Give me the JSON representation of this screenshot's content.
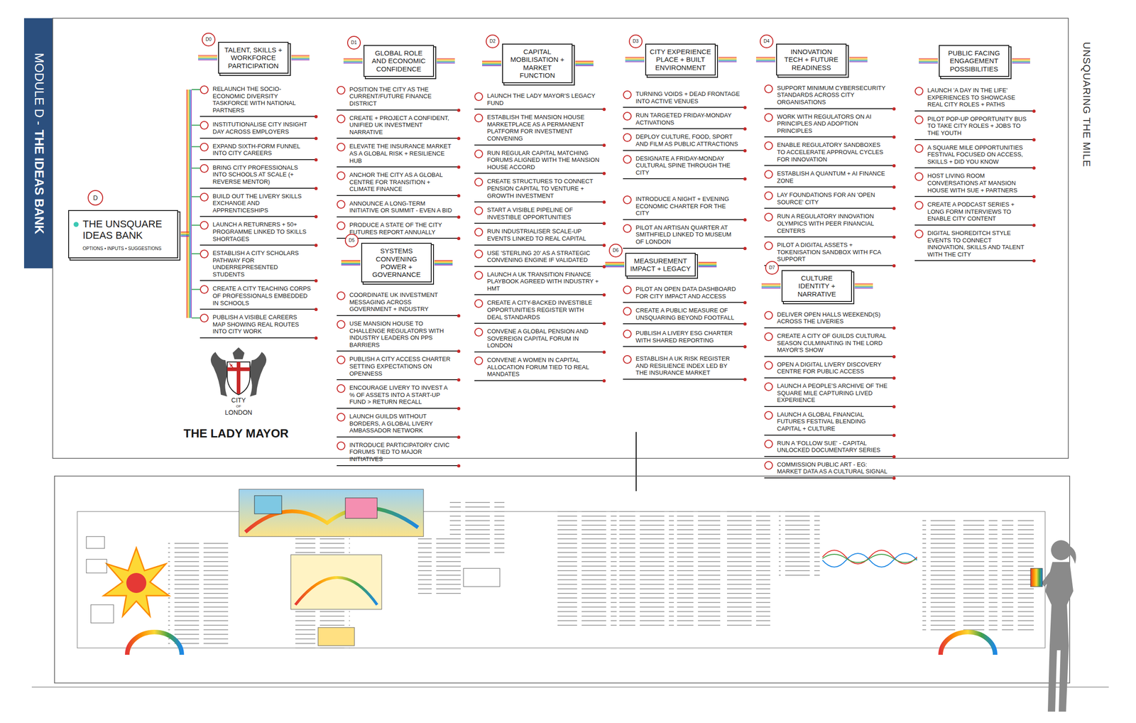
{
  "diagram": {
    "nodes": [
      {
        "text": [
          "THE UNSQUARE IDEAS BANK",
          "OPTIONS • INPUTS • SUGGESTIONS"
        ]
      },
      {
        "text": [
          "TALENT, SKILLS + WORKFORCE PARTICIPATION"
        ]
      },
      {
        "text": [
          "GLOBAL ROLE AND ECONOMIC CONFIDENCE"
        ]
      },
      {
        "text": [
          "SYSTEMS CONVENING POWER + GOVERNANCE"
        ]
      },
      {
        "text": [
          "CAPITAL MOBILISATION + MARKET FUNCTION"
        ]
      },
      {
        "text": [
          "CITY EXPERIENCE PLACE + BUILT ENVIRONMENT"
        ]
      },
      {
        "text": [
          "MEASUREMENT IMPACT + LEGACY"
        ]
      },
      {
        "text": [
          "INNOVATION TECH + FUTURE READINESS"
        ]
      },
      {
        "text": [
          "CULTURE IDENTITY + NARRATIVE"
        ]
      },
      {
        "text": [
          "PUBLIC FACING ENGAGEMENT POSSIBILITIES"
        ]
      }
    ],
    "labels": [
      "MODULE D -",
      "THE IDEAS BANK",
      "UNSQUARING THE MILE",
      "D",
      "D0",
      "D1",
      "D5",
      "D2",
      "D3",
      "D6",
      "D4",
      "D7",
      "CITY",
      "OF",
      "LONDON",
      "THE LADY MAYOR",
      "RELAUNCH THE SOCIO-ECONOMIC DIVERSITY TASKFORCE WITH NATIONAL PARTNERS",
      "INSTITUTIONALISE CITY INSIGHT DAY ACROSS EMPLOYERS",
      "EXPAND SIXTH-FORM FUNNEL INTO CITY CAREERS",
      "BRING CITY PROFESSIONALS INTO SCHOOLS AT SCALE (+ REVERSE MENTOR)",
      "BUILD OUT THE LIVERY SKILLS EXCHANGE AND APPRENTICESHIPS",
      "LAUNCH A RETURNERS + 50+ PROGRAMME LINKED TO SKILLS SHORTAGES",
      "ESTABLISH A CITY SCHOLARS PATHWAY FOR UNDERREPRESENTED STUDENTS",
      "CREATE A CITY TEACHING CORPS OF PROFESSIONALS EMBEDDED IN SCHOOLS",
      "PUBLISH A VISIBLE CAREERS MAP SHOWING REAL ROUTES INTO CITY WORK",
      "POSITION THE CITY AS THE CURRENT/FUTURE FINANCE DISTRICT",
      "CREATE + PROJECT A CONFIDENT, UNIFIED UK INVESTMENT NARRATIVE",
      "ELEVATE THE INSURANCE MARKET AS A GLOBAL RISK + RESILIENCE HUB",
      "ANCHOR THE CITY AS A GLOBAL CENTRE FOR TRANSITION + CLIMATE FINANCE",
      "ANNOUNCE A LONG-TERM INITIATIVE OR SUMMIT - EVEN A BID",
      "PRODUCE A STATE OF THE CITY FUTURES REPORT ANNUALLY",
      "COORDINATE UK INVESTMENT MESSAGING ACROSS GOVERNMENT + INDUSTRY",
      "USE MANSION HOUSE TO CHALLENGE REGULATORS WITH INDUSTRY LEADERS ON PPS BARRIERS",
      "PUBLISH A CITY ACCESS CHARTER SETTING EXPECTATIONS ON OPENNESS",
      "ENCOURAGE LIVERY TO INVEST A % OF ASSETS INTO A START-UP FUND > RETURN RECALL",
      "LAUNCH GUILDS WITHOUT BORDERS, A GLOBAL LIVERY AMBASSADOR NETWORK",
      "INTRODUCE PARTICIPATORY CIVIC FORUMS TIED TO MAJOR INITIATIVES",
      "LAUNCH THE LADY MAYOR'S LEGACY FUND",
      "ESTABLISH THE MANSION HOUSE MARKETPLACE AS A PERMANENT PLATFORM FOR INVESTMENT CONVENING",
      "RUN REGULAR CAPITAL MATCHING FORUMS ALIGNED WITH THE MANSION HOUSE ACCORD",
      "CREATE STRUCTURES TO CONNECT PENSION CAPITAL TO VENTURE + GROWTH INVESTMENT",
      "START A VISIBLE PIPELINE OF INVESTIBLE OPPORTUNITIES",
      "RUN INDUSTRIALISER SCALE-UP EVENTS LINKED TO REAL CAPITAL",
      "USE 'STERLING 20' AS A STRATEGIC CONVENING ENGINE IF VALIDATED",
      "LAUNCH A UK TRANSITION FINANCE PLAYBOOK AGREED WITH INDUSTRY + HMT",
      "CREATE A CITY-BACKED INVESTIBLE OPPORTUNITIES REGISTER WITH DEAL STANDARDS",
      "CONVENE A GLOBAL PENSION AND SOVEREIGN CAPITAL FORUM IN LONDON",
      "CONVENE A WOMEN IN CAPITAL ALLOCATION FORUM TIED TO REAL MANDATES",
      "TURNING VOIDS + DEAD FRONTAGE INTO ACTIVE VENUES",
      "RUN TARGETED FRIDAY-MONDAY ACTIVATIONS",
      "DEPLOY CULTURE, FOOD, SPORT AND FILM AS PUBLIC ATTRACTIONS",
      "DESIGNATE A FRIDAY-MONDAY CULTURAL SPINE THROUGH THE CITY",
      "INTRODUCE A NIGHT + EVENING ECONOMIC CHARTER FOR THE CITY",
      "PILOT AN ARTISAN QUARTER AT SMITHFIELD LINKED TO MUSEUM OF LONDON",
      "PILOT AN OPEN DATA DASHBOARD FOR CITY IMPACT AND ACCESS",
      "CREATE A PUBLIC MEASURE OF UNSQUARING BEYOND FOOTFALL",
      "PUBLISH A LIVERY ESG CHARTER WITH SHARED REPORTING",
      "ESTABLISH A UK RISK REGISTER AND RESILIENCE INDEX LED BY THE INSURANCE MARKET",
      "SUPPORT MINIMUM CYBERSECURITY STANDARDS ACROSS CITY ORGANISATIONS",
      "WORK WITH REGULATORS ON AI PRINCIPLES AND ADOPTION PRINCIPLES",
      "ENABLE REGULATORY SANDBOXES TO ACCELERATE APPROVAL CYCLES FOR INNOVATION",
      "ESTABLISH A QUANTUM + AI FINANCE ZONE",
      "LAY FOUNDATIONS FOR AN 'OPEN SOURCE' CITY",
      "RUN A REGULATORY INNOVATION OLYMPICS WITH PEER FINANCIAL CENTERS",
      "PILOT A DIGITAL ASSETS + TOKENISATION SANDBOX WITH FCA SUPPORT",
      "DELIVER OPEN HALLS WEEKEND(S) ACROSS THE LIVERIES",
      "CREATE A CITY OF GUILDS CULTURAL SEASON CULMINATING IN THE LORD MAYOR'S SHOW",
      "OPEN A DIGITAL LIVERY DISCOVERY CENTRE FOR PUBLIC ACCESS",
      "LAUNCH A PEOPLE'S ARCHIVE OF THE SQUARE MILE CAPTURING LIVED EXPERIENCE",
      "LAUNCH A GLOBAL FINANCIAL FUTURES FESTIVAL BLENDING CAPITAL + CULTURE",
      "RUN A 'FOLLOW SUE' - CAPITAL UNLOCKED DOCUMENTARY SERIES",
      "COMMISSION PUBLIC ART - EG: MARKET DATA AS A CULTURAL SIGNAL",
      "LAUNCH 'A DAY IN THE LIFE' EXPERIENCES TO SHOWCASE REAL CITY ROLES + PATHS",
      "PILOT POP-UP OPPORTUNITY BUS TO TAKE CITY ROLES + JOBS TO THE YOUTH",
      "A SQUARE MILE OPPORTUNITIES FESTIVAL FOCUSED ON ACCESS, SKILLS + DID YOU KNOW",
      "HOST LIVING ROOM CONVERSATIONS AT MANSION HOUSE WITH SUE + PARTNERS",
      "CREATE A PODCAST SERIES + LONG FORM INTERVIEWS TO ENABLE CITY CONTENT",
      "DIGITAL SHOREDITCH STYLE EVENTS TO CONNECT INNOVATION, SKILLS AND TALENT WITH THE CITY"
    ]
  }
}
